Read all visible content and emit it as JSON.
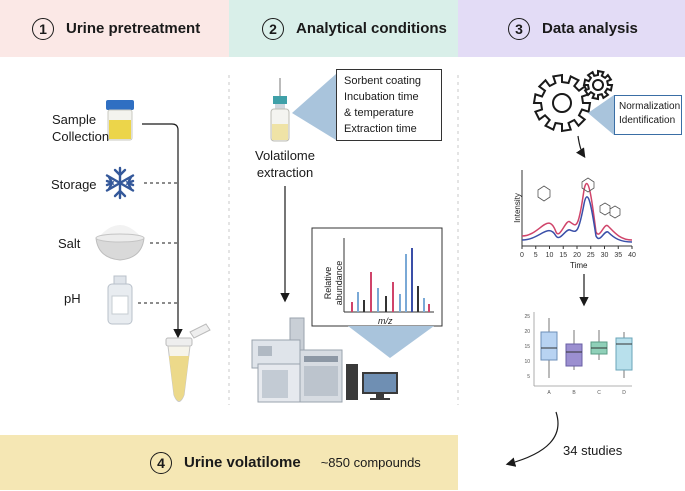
{
  "steps": [
    {
      "num": "1",
      "title": "Urine pretreatment"
    },
    {
      "num": "2",
      "title": "Analytical conditions"
    },
    {
      "num": "3",
      "title": "Data analysis"
    }
  ],
  "pretreatment": {
    "sample_collection": "Sample\nCollection",
    "storage": "Storage",
    "salt": "Salt",
    "ph": "pH"
  },
  "analytical": {
    "factors": [
      "Sorbent coating",
      "Incubation time",
      "& temperature",
      "Extraction time"
    ],
    "extraction_label": "Volatilome\nextraction",
    "spectrum_ylabel": "Relative abundance",
    "spectrum_xlabel": "m/z"
  },
  "analysis": {
    "processing": [
      "Normalization",
      "Identification"
    ],
    "chromatogram_ylabel": "Intensity",
    "chromatogram_xlabel": "Time",
    "chromatogram_ticks": [
      "0",
      "5",
      "10",
      "15",
      "20",
      "25",
      "30",
      "35",
      "40"
    ],
    "boxplot_yticks": [
      "25",
      "20",
      "15",
      "10",
      "5"
    ],
    "boxplot_xticks": [
      "A",
      "B",
      "C",
      "D"
    ],
    "studies": "34 studies"
  },
  "result": {
    "num": "4",
    "title": "Urine volatilome",
    "count": "~850 compounds"
  },
  "colors": {
    "pretreatment": "#fbe8e6",
    "analytical": "#d9efe9",
    "analysis": "#e3dcf6",
    "result": "#f5e7b4"
  }
}
